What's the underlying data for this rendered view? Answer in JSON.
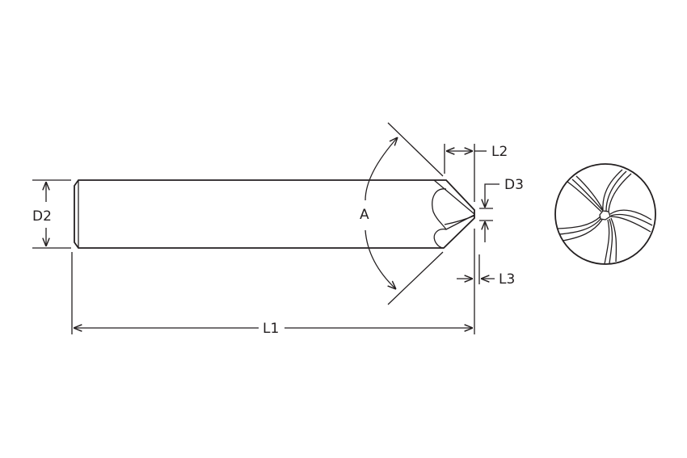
{
  "labels": {
    "d2": "D2",
    "a": "A",
    "l1": "L1",
    "l2": "L2",
    "l3": "L3",
    "d3": "D3"
  },
  "colors": {
    "line": "#231f20",
    "background": "#ffffff"
  }
}
